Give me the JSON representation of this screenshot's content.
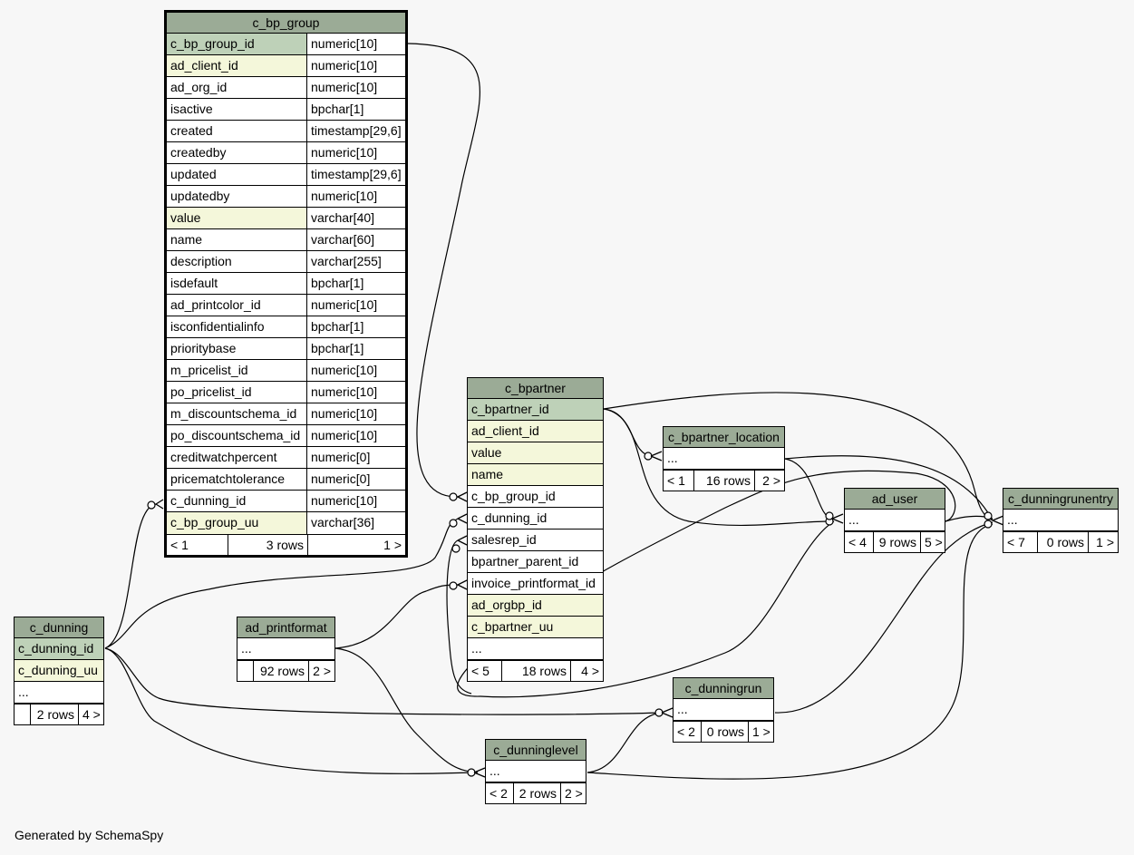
{
  "footer_note": "Generated by SchemaSpy",
  "tables": {
    "c_bp_group": {
      "name": "c_bp_group",
      "columns": [
        {
          "name": "c_bp_group_id",
          "type": "numeric[10]"
        },
        {
          "name": "ad_client_id",
          "type": "numeric[10]"
        },
        {
          "name": "ad_org_id",
          "type": "numeric[10]"
        },
        {
          "name": "isactive",
          "type": "bpchar[1]"
        },
        {
          "name": "created",
          "type": "timestamp[29,6]"
        },
        {
          "name": "createdby",
          "type": "numeric[10]"
        },
        {
          "name": "updated",
          "type": "timestamp[29,6]"
        },
        {
          "name": "updatedby",
          "type": "numeric[10]"
        },
        {
          "name": "value",
          "type": "varchar[40]"
        },
        {
          "name": "name",
          "type": "varchar[60]"
        },
        {
          "name": "description",
          "type": "varchar[255]"
        },
        {
          "name": "isdefault",
          "type": "bpchar[1]"
        },
        {
          "name": "ad_printcolor_id",
          "type": "numeric[10]"
        },
        {
          "name": "isconfidentialinfo",
          "type": "bpchar[1]"
        },
        {
          "name": "prioritybase",
          "type": "bpchar[1]"
        },
        {
          "name": "m_pricelist_id",
          "type": "numeric[10]"
        },
        {
          "name": "po_pricelist_id",
          "type": "numeric[10]"
        },
        {
          "name": "m_discountschema_id",
          "type": "numeric[10]"
        },
        {
          "name": "po_discountschema_id",
          "type": "numeric[10]"
        },
        {
          "name": "creditwatchpercent",
          "type": "numeric[0]"
        },
        {
          "name": "pricematchtolerance",
          "type": "numeric[0]"
        },
        {
          "name": "c_dunning_id",
          "type": "numeric[10]"
        },
        {
          "name": "c_bp_group_uu",
          "type": "varchar[36]"
        }
      ],
      "footer": {
        "left": "< 1",
        "mid": "3 rows",
        "right": "1 >"
      }
    },
    "c_bpartner": {
      "name": "c_bpartner",
      "columns": [
        "c_bpartner_id",
        "ad_client_id",
        "value",
        "name",
        "c_bp_group_id",
        "c_dunning_id",
        "salesrep_id",
        "bpartner_parent_id",
        "invoice_printformat_id",
        "ad_orgbp_id",
        "c_bpartner_uu",
        "..."
      ],
      "footer": {
        "left": "< 5",
        "mid": "18 rows",
        "right": "4 >"
      }
    },
    "c_bpartner_location": {
      "name": "c_bpartner_location",
      "columns": [
        "..."
      ],
      "footer": {
        "left": "< 1",
        "mid": "16 rows",
        "right": "2 >"
      }
    },
    "ad_user": {
      "name": "ad_user",
      "columns": [
        "..."
      ],
      "footer": {
        "left": "< 4",
        "mid": "9 rows",
        "right": "5 >"
      }
    },
    "c_dunningrunentry": {
      "name": "c_dunningrunentry",
      "columns": [
        "..."
      ],
      "footer": {
        "left": "< 7",
        "mid": "0 rows",
        "right": "1 >"
      }
    },
    "c_dunning": {
      "name": "c_dunning",
      "columns": [
        "c_dunning_id",
        "c_dunning_uu",
        "..."
      ],
      "footer": {
        "left": "",
        "mid": "2 rows",
        "right": "4 >"
      }
    },
    "ad_printformat": {
      "name": "ad_printformat",
      "columns": [
        "..."
      ],
      "footer": {
        "left": "",
        "mid": "92 rows",
        "right": "2 >"
      }
    },
    "c_dunningrun": {
      "name": "c_dunningrun",
      "columns": [
        "..."
      ],
      "footer": {
        "left": "< 2",
        "mid": "0 rows",
        "right": "1 >"
      }
    },
    "c_dunninglevel": {
      "name": "c_dunninglevel",
      "columns": [
        "..."
      ],
      "footer": {
        "left": "< 2",
        "mid": "2 rows",
        "right": "2 >"
      }
    }
  }
}
